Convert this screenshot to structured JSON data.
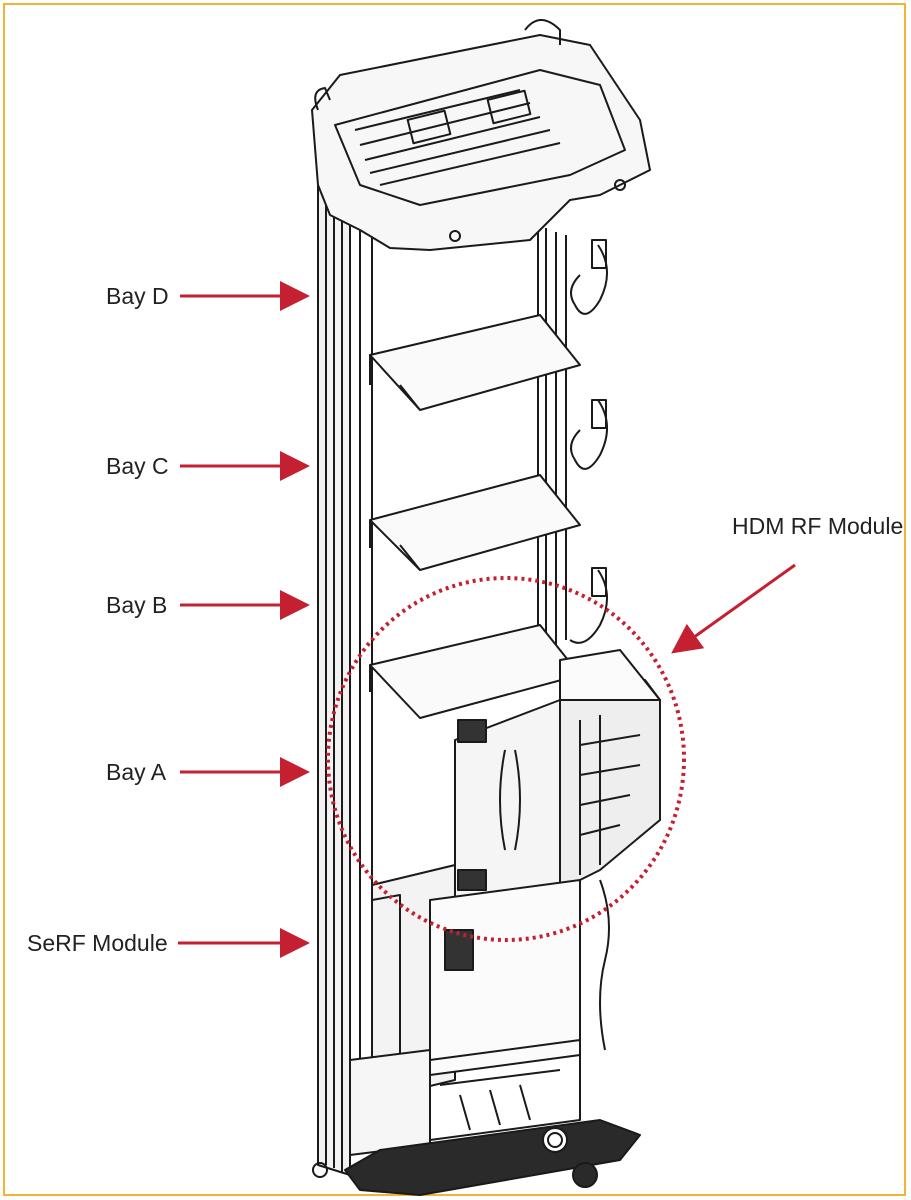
{
  "labels": {
    "bay_d": "Bay D",
    "bay_c": "Bay C",
    "bay_b": "Bay B",
    "bay_a": "Bay A",
    "serf_module": "SeRF Module",
    "hdm_rf_module": "HDM RF Module"
  },
  "colors": {
    "frame_border": "#f5b335",
    "arrow": "#c42032",
    "highlight_circle": "#c42032",
    "line_art": "#1a1a1a"
  }
}
